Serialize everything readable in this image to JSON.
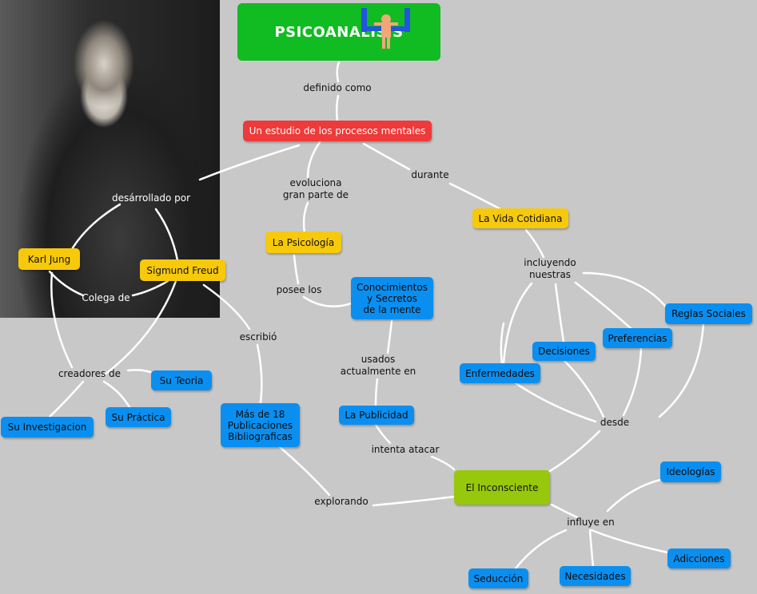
{
  "title": "PSICOANALISIS",
  "nodes": {
    "estudio": "Un estudio de los procesos mentales",
    "psicologia": "La Psicología",
    "vida": "La Vida Cotidiana",
    "jung": "Karl Jung",
    "freud": "Sigmund Freud",
    "conocimientos": "Conocimientos\ny Secretos\nde la mente",
    "reglas": "Reglas Sociales",
    "preferencias": "Preferencias",
    "decisiones": "Decisiones",
    "enfermedades": "Enfermedades",
    "teoria": "Su Teoria",
    "practica": "Su Práctica",
    "investigacion": "Su Investigacion",
    "publicaciones": "Más de 18\nPublicaciones\nBibliograficas",
    "publicidad": "La Publicidad",
    "inconsciente": "El Inconsciente",
    "ideologias": "Ideologías",
    "adicciones": "Adicciones",
    "necesidades": "Necesidades",
    "seduccion": "Seducción"
  },
  "labels": {
    "definido": "definido como",
    "evoluciona": "evoluciona\ngran parte de",
    "durante": "durante",
    "desarrollado": "desárrollado por",
    "colega": "Colega de",
    "posee": "posee los",
    "incluyendo": "incluyendo\nnuestras",
    "escribio": "escribió",
    "creadores": "creadores de",
    "usados": "usados\nactualmente en",
    "desde": "desde",
    "intenta": "intenta atacar",
    "explorando": "explorando",
    "influye": "influye en"
  },
  "colors": {
    "background": "#c8c8c8",
    "title_green": "#11bb22",
    "red": "#ee3a3a",
    "yellow": "#f7c90b",
    "blue": "#0a8ff0",
    "green": "#97c80b",
    "link": "#ffffff"
  }
}
